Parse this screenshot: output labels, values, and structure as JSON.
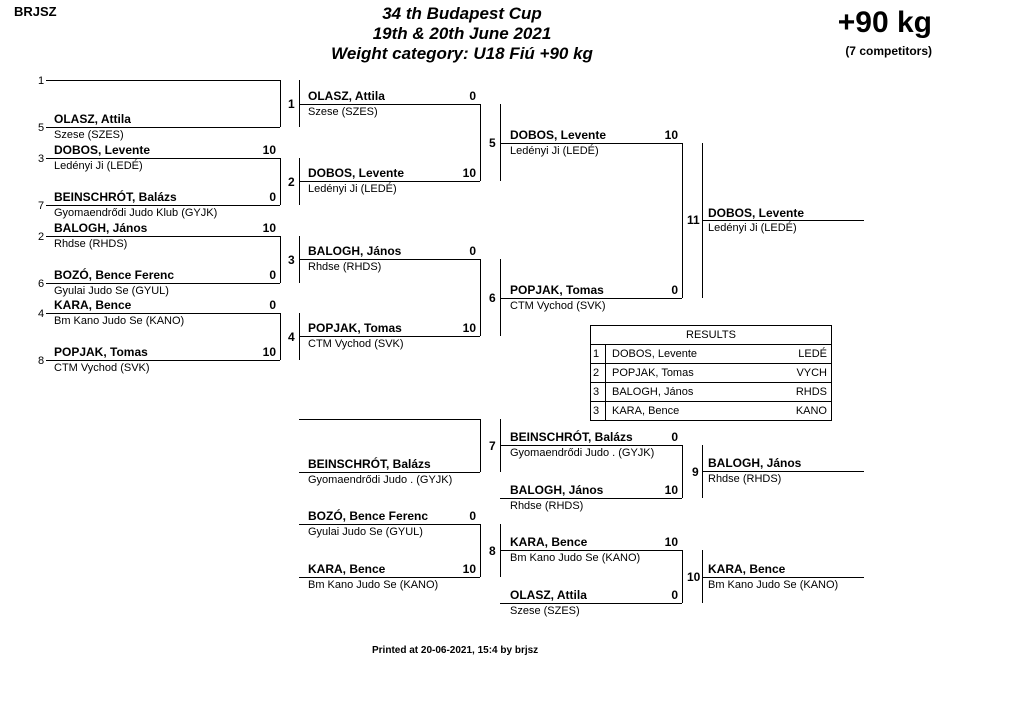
{
  "header": {
    "org": "BRJSZ",
    "title": "34 th Budapest Cup",
    "dates": "19th & 20th June 2021",
    "category_line": "Weight category: U18 Fiú +90 kg",
    "weight": "+90 kg",
    "competitors": "(7 competitors)"
  },
  "round1": [
    {
      "seed": "1",
      "name": "",
      "club": "",
      "score": ""
    },
    {
      "seed": "5",
      "name": "OLASZ, Attila",
      "club": "Szese (SZES)",
      "score": ""
    },
    {
      "seed": "3",
      "name": "DOBOS, Levente",
      "club": "Ledényi Ji (LEDÉ)",
      "score": "10"
    },
    {
      "seed": "7",
      "name": "BEINSCHRÓT, Balázs",
      "club": "Gyomaendrődi Judo Klub (GYJK)",
      "score": "0"
    },
    {
      "seed": "2",
      "name": "BALOGH, János",
      "club": "Rhdse (RHDS)",
      "score": "10"
    },
    {
      "seed": "6",
      "name": "BOZÓ, Bence Ferenc",
      "club": "Gyulai Judo Se (GYUL)",
      "score": "0"
    },
    {
      "seed": "4",
      "name": "KARA, Bence",
      "club": "Bm Kano Judo Se (KANO)",
      "score": "0"
    },
    {
      "seed": "8",
      "name": "POPJAK, Tomas",
      "club": "CTM Vychod (SVK)",
      "score": "10"
    }
  ],
  "round2": [
    {
      "name": "OLASZ, Attila",
      "club": "Szese (SZES)",
      "score": "0"
    },
    {
      "name": "DOBOS, Levente",
      "club": "Ledényi Ji (LEDÉ)",
      "score": "10"
    },
    {
      "name": "BALOGH, János",
      "club": "Rhdse (RHDS)",
      "score": "0"
    },
    {
      "name": "POPJAK, Tomas",
      "club": "CTM Vychod (SVK)",
      "score": "10"
    }
  ],
  "round3": [
    {
      "name": "DOBOS, Levente",
      "club": "Ledényi Ji (LEDÉ)",
      "score": "10"
    },
    {
      "name": "POPJAK, Tomas",
      "club": "CTM Vychod (SVK)",
      "score": "0"
    }
  ],
  "final_winner": {
    "name": "DOBOS, Levente",
    "club": "Ledényi Ji (LEDÉ)"
  },
  "repechage": {
    "r1": [
      {
        "name": "BEINSCHRÓT, Balázs",
        "club": "Gyomaendrődi Judo . (GYJK)",
        "score": ""
      },
      {
        "name": "BOZÓ, Bence Ferenc",
        "club": "Gyulai Judo Se (GYUL)",
        "score": "0"
      },
      {
        "name": "KARA, Bence",
        "club": "Bm Kano Judo Se (KANO)",
        "score": "10"
      }
    ],
    "r2": [
      {
        "name": "BEINSCHRÓT, Balázs",
        "club": "Gyomaendrődi Judo . (GYJK)",
        "score": "0"
      },
      {
        "name": "BALOGH, János",
        "club": "Rhdse (RHDS)",
        "score": "10"
      },
      {
        "name": "KARA, Bence",
        "club": "Bm Kano Judo Se (KANO)",
        "score": "10"
      },
      {
        "name": "OLASZ, Attila",
        "club": "Szese (SZES)",
        "score": "0"
      }
    ],
    "winners": [
      {
        "name": "BALOGH, János",
        "club": "Rhdse (RHDS)"
      },
      {
        "name": "KARA, Bence",
        "club": "Bm Kano Judo Se (KANO)"
      }
    ]
  },
  "match_numbers": [
    "1",
    "2",
    "3",
    "4",
    "5",
    "6",
    "7",
    "8",
    "9",
    "10",
    "11"
  ],
  "results": {
    "title": "RESULTS",
    "rows": [
      {
        "place": "1",
        "name": "DOBOS, Levente",
        "code": "LEDÉ"
      },
      {
        "place": "2",
        "name": "POPJAK, Tomas",
        "code": "VYCH"
      },
      {
        "place": "3",
        "name": "BALOGH, János",
        "code": "RHDS"
      },
      {
        "place": "3",
        "name": "KARA, Bence",
        "code": "KANO"
      }
    ]
  },
  "footer": {
    "printed": "Printed at 20-06-2021, 15:4 by brjsz"
  }
}
